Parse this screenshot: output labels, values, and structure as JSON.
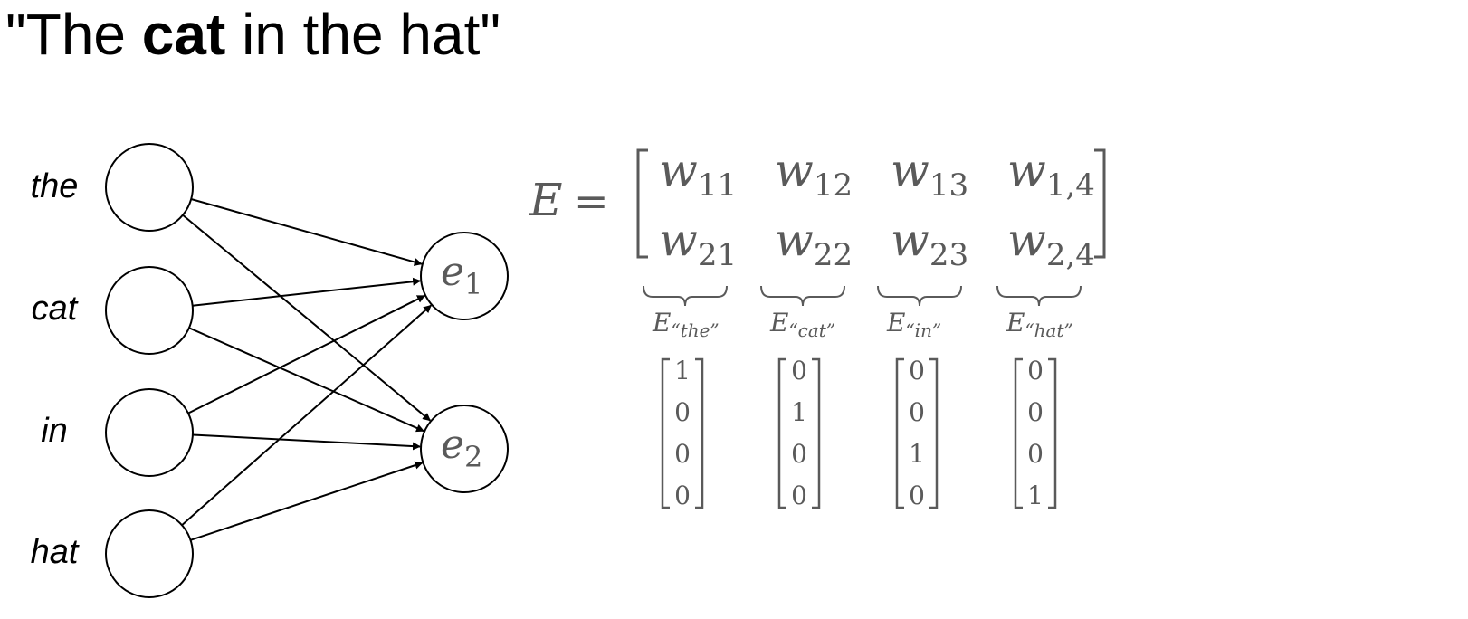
{
  "title": {
    "open_quote": "\"The ",
    "bold_word": "cat",
    "rest": " in the hat\""
  },
  "network": {
    "inputs": [
      "the",
      "cat",
      "in",
      "hat"
    ],
    "outputs": [
      {
        "base": "e",
        "sub": "1"
      },
      {
        "base": "e",
        "sub": "2"
      }
    ]
  },
  "matrix": {
    "symbol": "E",
    "equals": "=",
    "rows": [
      [
        {
          "base": "w",
          "sub": "11"
        },
        {
          "base": "w",
          "sub": "12"
        },
        {
          "base": "w",
          "sub": "13"
        },
        {
          "base": "w",
          "sub": "1,4"
        }
      ],
      [
        {
          "base": "w",
          "sub": "21"
        },
        {
          "base": "w",
          "sub": "22"
        },
        {
          "base": "w",
          "sub": "23"
        },
        {
          "base": "w",
          "sub": "2,4"
        }
      ]
    ]
  },
  "column_labels": [
    {
      "base": "E",
      "sub": "“the”"
    },
    {
      "base": "E",
      "sub": "“cat”"
    },
    {
      "base": "E",
      "sub": "“in”"
    },
    {
      "base": "E",
      "sub": "“hat”"
    }
  ],
  "one_hot": [
    [
      "1",
      "0",
      "0",
      "0"
    ],
    [
      "0",
      "1",
      "0",
      "0"
    ],
    [
      "0",
      "0",
      "1",
      "0"
    ],
    [
      "0",
      "0",
      "0",
      "1"
    ]
  ],
  "colors": {
    "math_gray": "#5a5a5a",
    "ink": "#000000"
  }
}
